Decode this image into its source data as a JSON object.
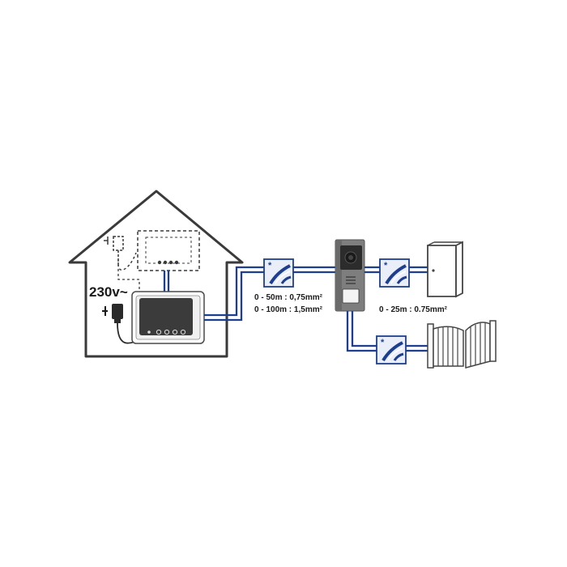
{
  "power_label": "230v~",
  "cable_specs": {
    "line1": "0 - 50m : 0,75mm²",
    "line2": "0 - 100m : 1,5mm²",
    "line3": "0 - 25m : 0.75mm²"
  },
  "colors": {
    "wire": "#1e3f8f",
    "outline": "#3a3a3a",
    "accent": "#1e3f8f"
  },
  "icons": {
    "house": "house-icon",
    "monitor": "indoor-monitor-icon",
    "secondary_monitor": "optional-monitor-icon",
    "power_adapter": "power-adapter-icon",
    "door_station": "door-station-icon",
    "junction": "wiring-junction-icon",
    "strike": "electric-strike-icon",
    "gate": "gate-motor-icon"
  }
}
